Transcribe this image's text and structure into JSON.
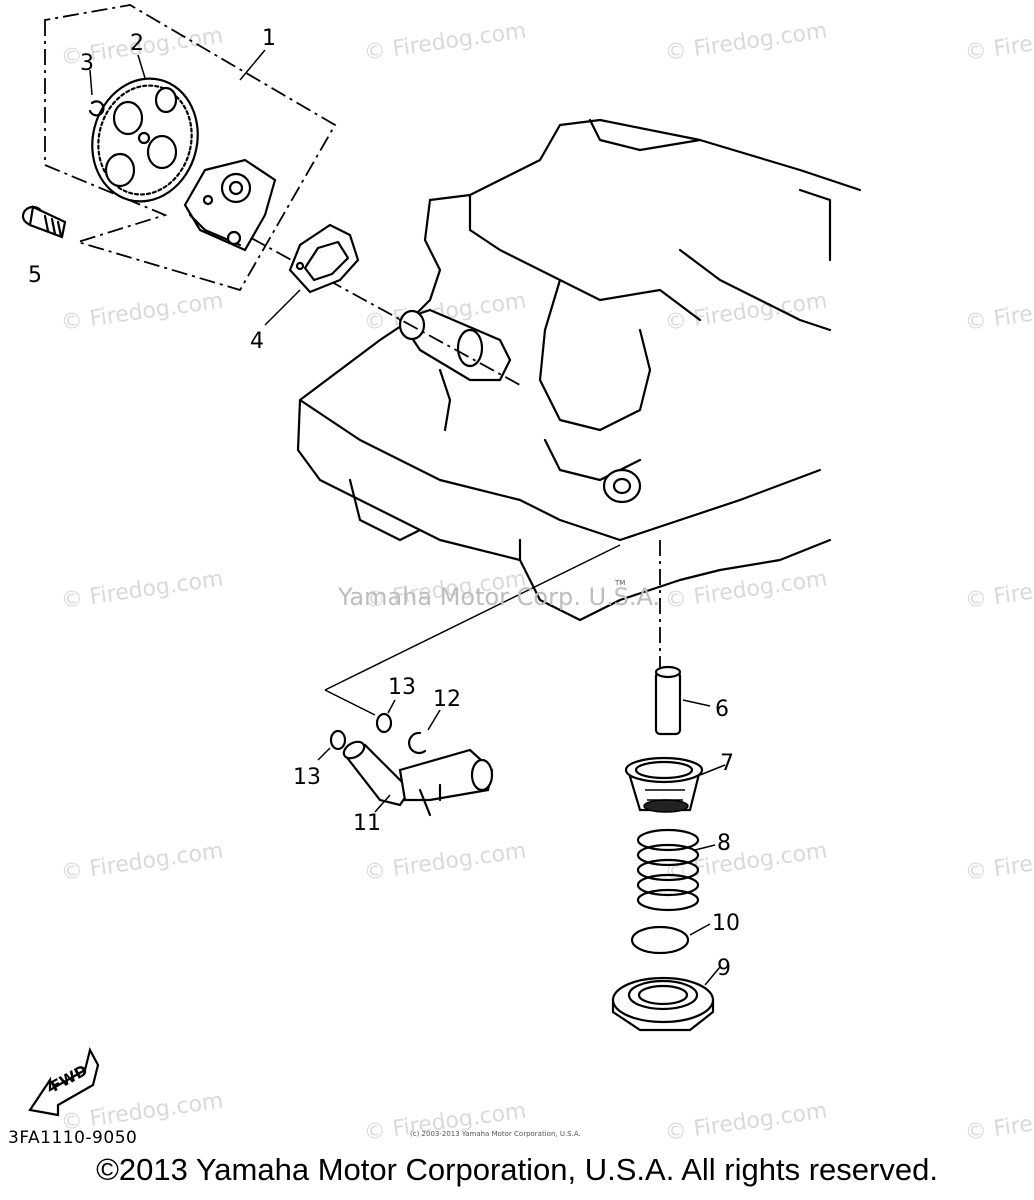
{
  "diagram": {
    "watermark_text": "© Firedog.com",
    "center_watermark": "Yamaha Motor Corp. U.S.A.",
    "center_tm": "TM",
    "small_copyright": "(c) 2003-2013 Yamaha Motor Corporation, U.S.A.",
    "fwd_label": "FWD",
    "diagram_code": "3FA1110-9050",
    "copyright": "©2013 Yamaha Motor Corporation, U.S.A. All rights reserved.",
    "callouts": {
      "c1": "1",
      "c2": "2",
      "c3": "3",
      "c4": "4",
      "c5": "5",
      "c6": "6",
      "c7": "7",
      "c8": "8",
      "c9": "9",
      "c10": "10",
      "c11": "11",
      "c12": "12",
      "c13a": "13",
      "c13b": "13"
    }
  }
}
